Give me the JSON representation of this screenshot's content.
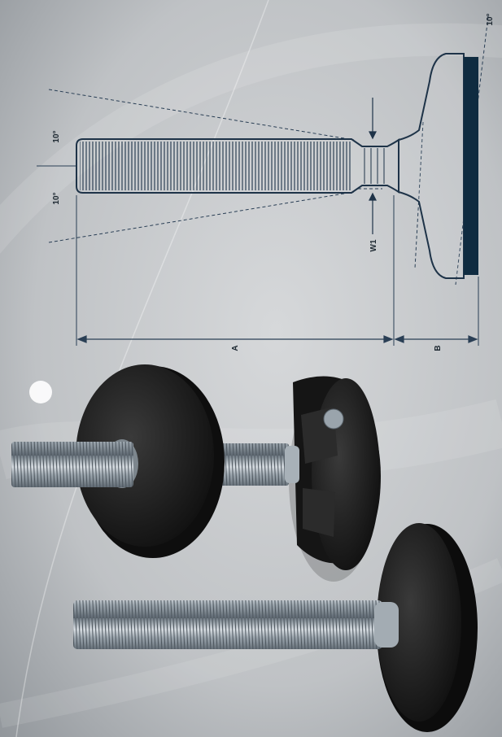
{
  "drawing": {
    "angle_top": "10°",
    "angle_left": "10°",
    "angle_right": "10°",
    "dim_a": "A",
    "dim_b": "B",
    "dim_w1": "W1"
  },
  "colors": {
    "outline": "#1e3348",
    "pad": "#0f2b40",
    "dim_line": "#2a3f55",
    "rubber": "#1a1a1a",
    "thread": "#9ba6ae"
  },
  "photos": {
    "top_product": "leveling-foot-with-loose-disc",
    "bottom_product": "leveling-foot-with-rubber-base"
  }
}
